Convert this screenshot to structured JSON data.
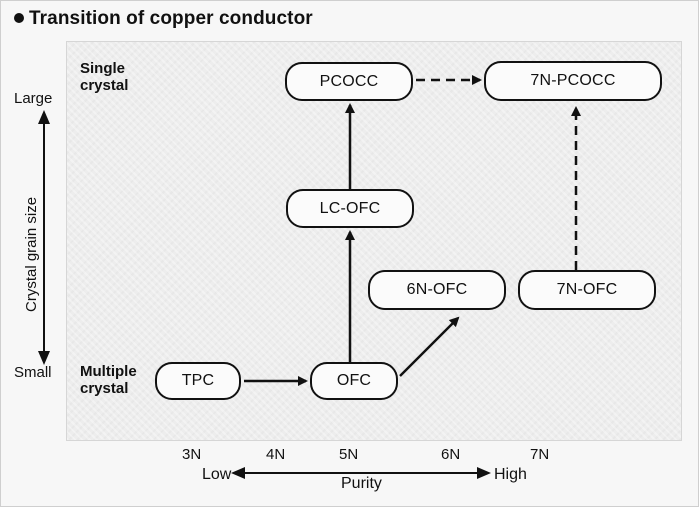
{
  "title": "Transition of copper conductor",
  "corner_labels": {
    "single_crystal": [
      "Single",
      "crystal"
    ],
    "multiple_crystal": [
      "Multiple",
      "crystal"
    ]
  },
  "y_axis": {
    "title": "Crystal grain size",
    "top_label": "Large",
    "bottom_label": "Small"
  },
  "x_axis": {
    "title": "Purity",
    "left_label": "Low",
    "right_label": "High",
    "ticks": [
      "3N",
      "4N",
      "5N",
      "6N",
      "7N"
    ]
  },
  "nodes": {
    "tpc": "TPC",
    "ofc": "OFC",
    "lc_ofc": "LC-OFC",
    "pcocc": "PCOCC",
    "n6_ofc": "6N-OFC",
    "n7_ofc": "7N-OFC",
    "n7_pcocc": "7N-PCOCC"
  },
  "colors": {
    "ink": "#111111",
    "background": "#f4f4f4",
    "plot_background": "#ededed"
  }
}
